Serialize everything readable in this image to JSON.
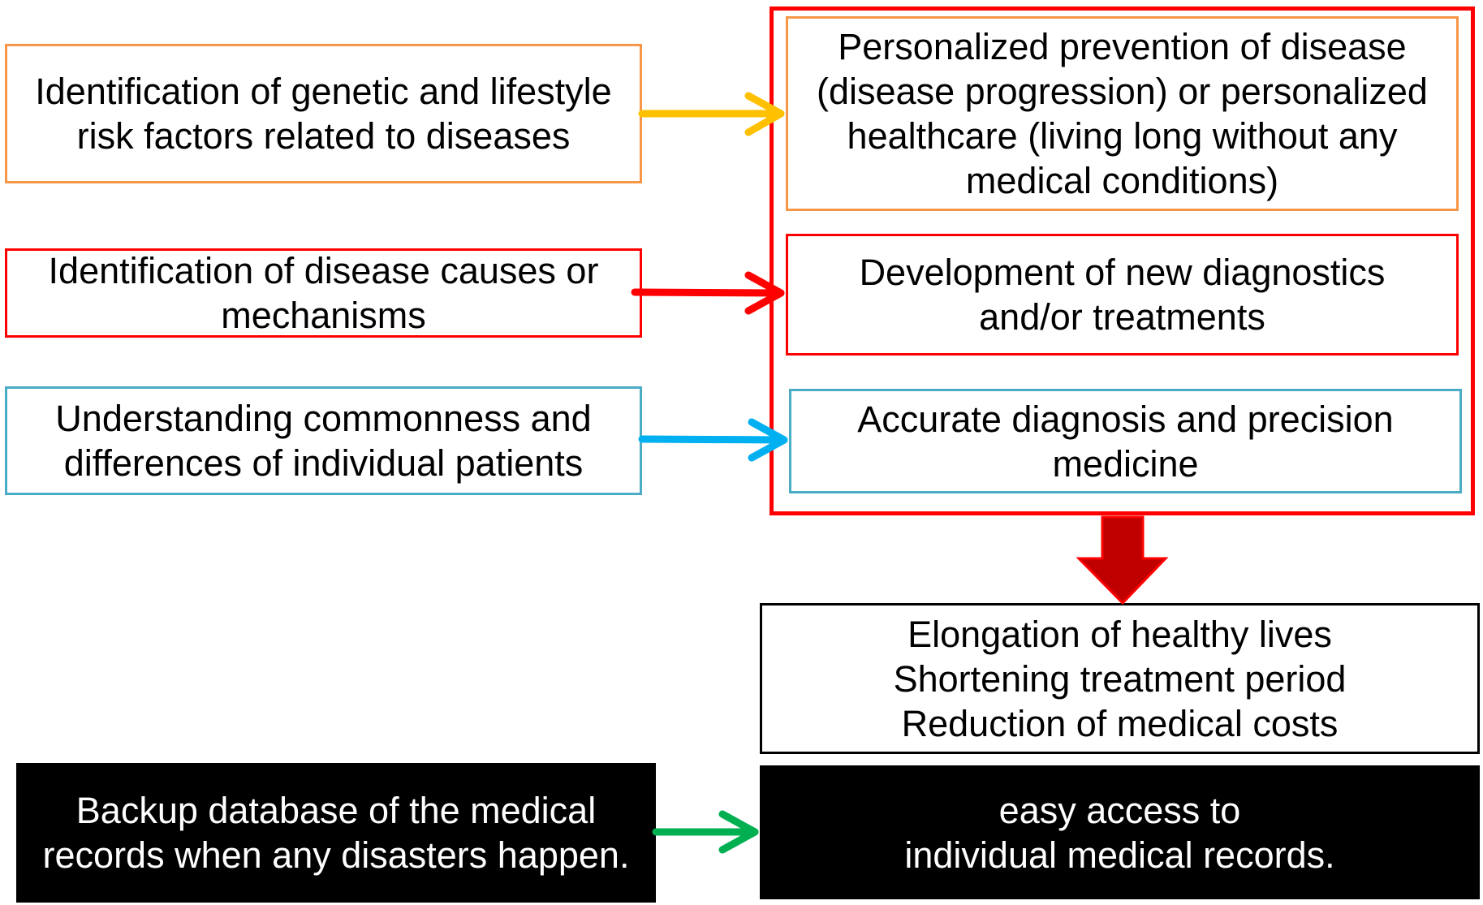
{
  "colors": {
    "orange": "#F79646",
    "red": "#FF0000",
    "blue": "#4BACC6",
    "black": "#000000",
    "gold_arrow": "#FFC000",
    "blue_arrow": "#00B0F0",
    "green_arrow": "#00B050",
    "dark_red_arrow": "#C00000"
  },
  "left": {
    "risk_factors": {
      "line1": "Identification of genetic and lifestyle",
      "line2": "risk factors related to diseases"
    },
    "causes": {
      "line1": "Identification of disease causes or",
      "line2": "mechanisms"
    },
    "commonness": {
      "line1": "Understanding commonness and",
      "line2": "differences of individual patients"
    },
    "backup": {
      "line1": "Backup database of the medical",
      "line2": "records when any disasters happen."
    }
  },
  "right": {
    "prevention": {
      "line1": "Personalized prevention of disease",
      "line2": "(disease progression) or personalized",
      "line3": "healthcare (living long without  any",
      "line4": "medical conditions)"
    },
    "diagnostics": {
      "line1": "Development of new diagnostics",
      "line2": "and/or treatments"
    },
    "precision": {
      "line1": "Accurate diagnosis and precision",
      "line2": "medicine"
    },
    "outcomes": {
      "line1": "Elongation of healthy lives",
      "line2": "Shortening treatment period",
      "line3": "Reduction of medical costs"
    },
    "access": {
      "line1": "easy access to",
      "line2": "individual medical records."
    }
  }
}
